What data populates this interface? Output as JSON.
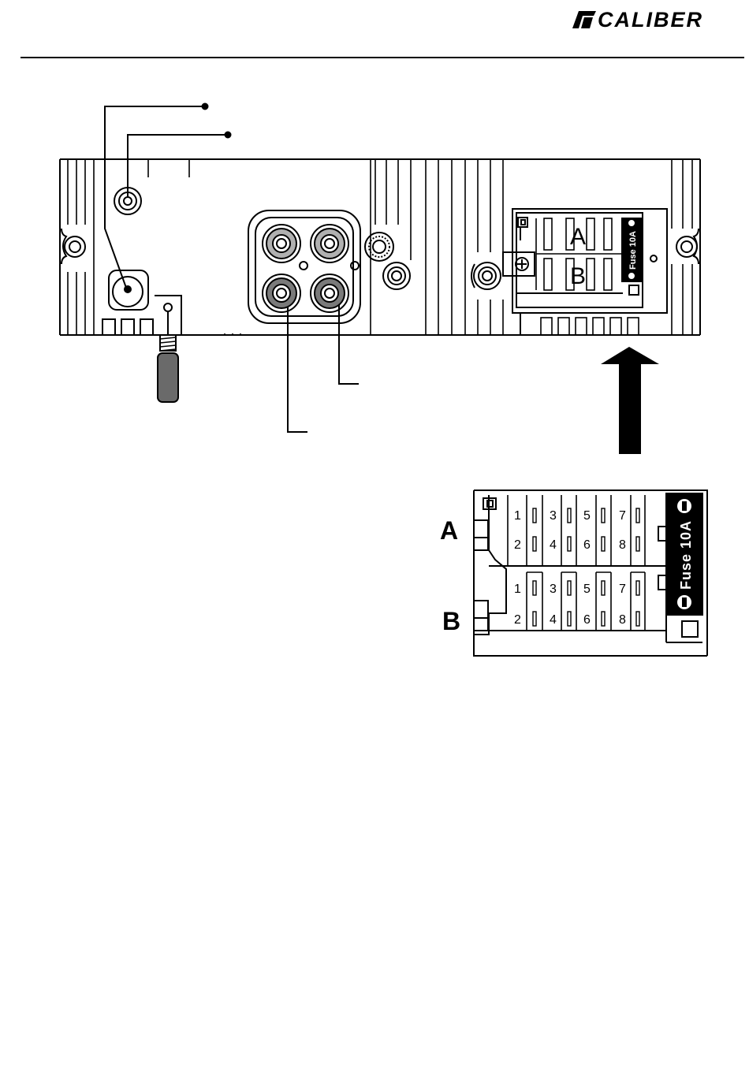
{
  "header": {
    "brand": "CALIBER"
  },
  "unit_diagram": {
    "connector_a_letter": "A",
    "connector_b_letter": "B",
    "fuse_label": "Fuse 10A"
  },
  "connector_detail": {
    "block_a_label": "A",
    "block_b_label": "B",
    "fuse_label": "Fuse 10A",
    "block_a_pins_top": [
      "1",
      "3",
      "5",
      "7"
    ],
    "block_a_pins_bottom": [
      "2",
      "4",
      "6",
      "8"
    ],
    "block_b_pins_top": [
      "1",
      "3",
      "5",
      "7"
    ],
    "block_b_pins_bottom": [
      "2",
      "4",
      "6",
      "8"
    ]
  },
  "colors": {
    "ink": "#000000",
    "rca_grey": "#9a9a9a",
    "rca_dark": "#777777",
    "background": "#ffffff"
  }
}
